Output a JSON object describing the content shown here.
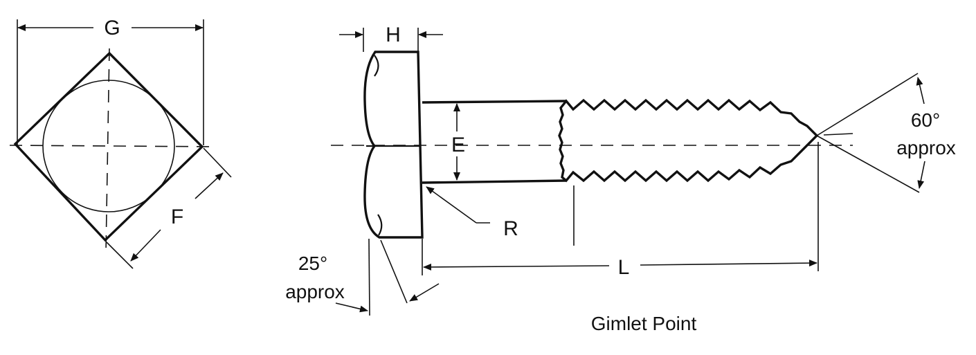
{
  "labels": {
    "g": "G",
    "f": "F",
    "h": "H",
    "e": "E",
    "r": "R",
    "l": "L",
    "angle_25": "25°",
    "angle_25_approx": "approx",
    "angle_60": "60°",
    "angle_60_approx": "approx",
    "caption": "Gimlet Point"
  },
  "colors": {
    "ink": "#111111",
    "paper": "#ffffff"
  }
}
